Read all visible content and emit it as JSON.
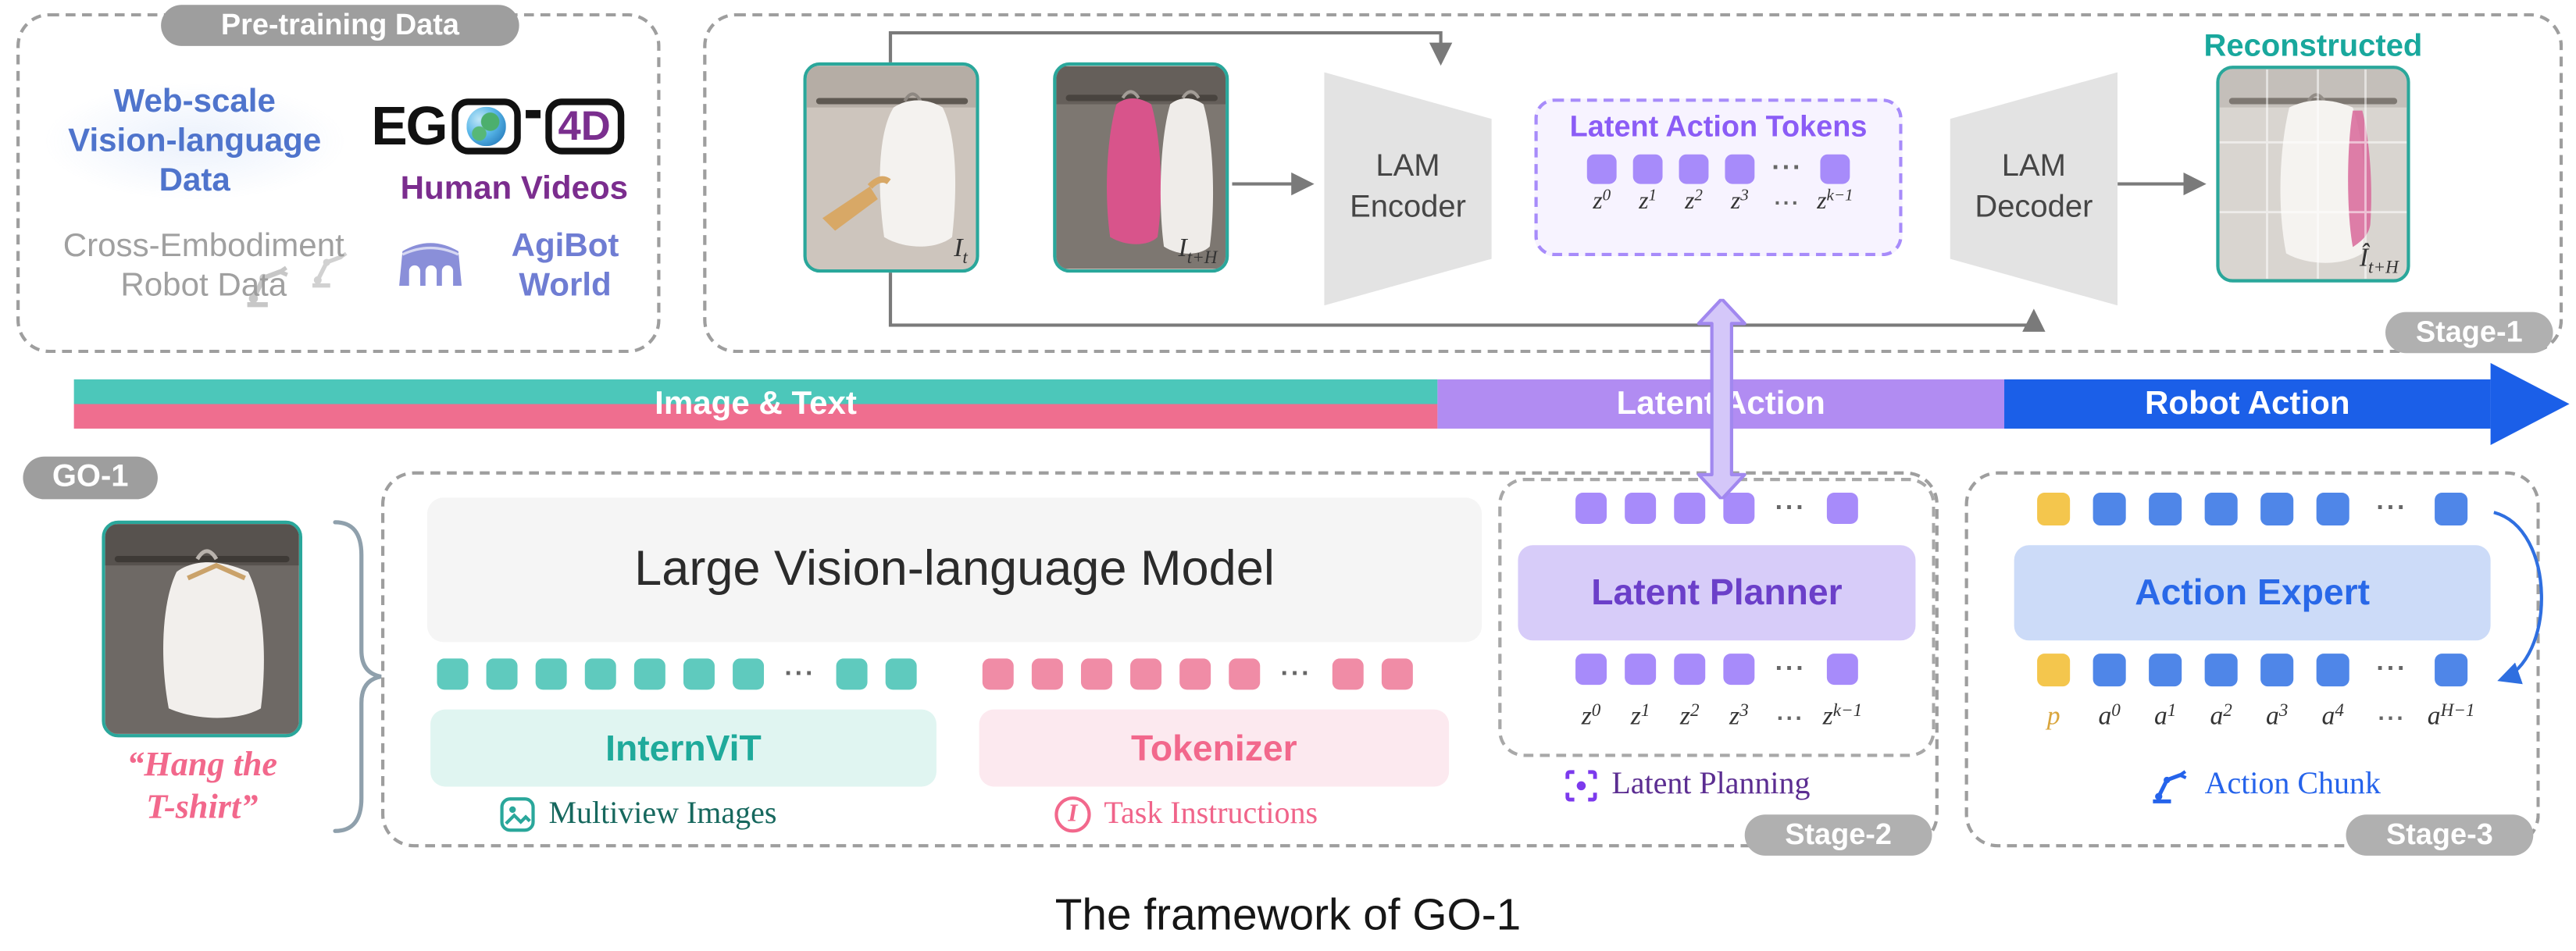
{
  "caption": "The framework of GO-1",
  "dots": "···",
  "colors": {
    "teal": "#2aa79b",
    "pink": "#f2688c",
    "purple": "#8b5cf6",
    "blue": "#2563eb",
    "yellow": "#f4c64d",
    "gray_pill": "#b0b0b0",
    "band_teal": "#4cc7ba",
    "band_pink": "#ef6e8f",
    "band_purple": "#b18cf2",
    "band_blue": "#1b5fe8"
  },
  "pretraining": {
    "title": "Pre-training Data",
    "web_scale": "Web-scale\nVision-language\nData",
    "ego": {
      "prefix": "EG",
      "lens": "4D"
    },
    "human_videos": "Human Videos",
    "cross_embodiment": "Cross-Embodiment\nRobot Data",
    "agibot": "AgiBot\nWorld"
  },
  "stage1": {
    "label": "Stage-1",
    "encoder": "LAM\nEncoder",
    "decoder": "LAM\nDecoder",
    "latent_title": "Latent Action Tokens",
    "reconstructed": "Reconstructed",
    "img_t": {
      "base": "I",
      "sub": "t"
    },
    "img_th": {
      "base": "I",
      "sub": "t+H"
    },
    "img_rec": {
      "base": "Î",
      "sub": "t+H"
    }
  },
  "latent_labels": {
    "z0": {
      "base": "z",
      "sub": "0"
    },
    "z1": {
      "base": "z",
      "sub": "1"
    },
    "z2": {
      "base": "z",
      "sub": "2"
    },
    "z3": {
      "base": "z",
      "sub": "3"
    },
    "zk": {
      "base": "z",
      "sub": "k−1"
    }
  },
  "band": {
    "image_text": "Image & Text",
    "latent_action": "Latent Action",
    "robot_action": "Robot Action"
  },
  "go1": {
    "label": "GO-1",
    "instruction": "“Hang the\nT-shirt”",
    "lvlm": "Large Vision-language Model",
    "internvit": "InternViT",
    "tokenizer": "Tokenizer",
    "multiview": "Multiview Images",
    "task_instructions": "Task Instructions",
    "task_icon_glyph": "I"
  },
  "stage2": {
    "label": "Stage-2",
    "planner": "Latent Planner",
    "latent_planning": "Latent Planning"
  },
  "stage3": {
    "label": "Stage-3",
    "expert": "Action Expert",
    "action_chunk": "Action Chunk",
    "labels": {
      "p": "p",
      "a0": {
        "base": "a",
        "sub": "0"
      },
      "a1": {
        "base": "a",
        "sub": "1"
      },
      "a2": {
        "base": "a",
        "sub": "2"
      },
      "a3": {
        "base": "a",
        "sub": "3"
      },
      "a4": {
        "base": "a",
        "sub": "4"
      },
      "aH": {
        "base": "a",
        "sub": "H−1"
      }
    }
  }
}
